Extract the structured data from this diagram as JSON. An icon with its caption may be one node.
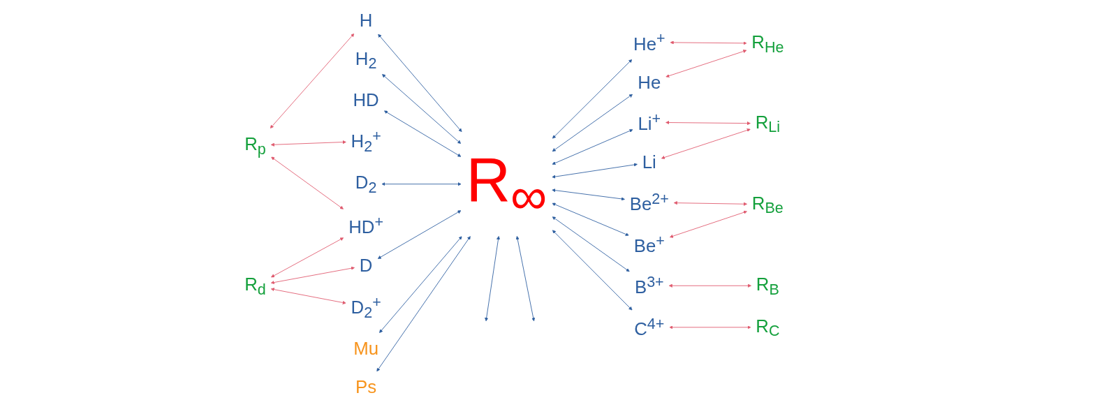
{
  "diagram": {
    "nodes": [
      {
        "text": [
          "Mu"
        ]
      },
      {
        "text": [
          "Ps"
        ]
      },
      {
        "text": [
          "He$^{+}$"
        ]
      },
      {
        "text": [
          "R$_{He}$"
        ]
      },
      {
        "text": [
          "R$_{p}$"
        ]
      },
      {
        "text": [
          "H"
        ]
      },
      {
        "text": [
          "He"
        ]
      },
      {
        "text": [
          "H$_{2}$$^{+}$"
        ]
      },
      {
        "text": [
          "H$_{2}$"
        ]
      },
      {
        "text": [
          "Li$^{+}$"
        ]
      },
      {
        "text": [
          "R$_{Li}$"
        ]
      },
      {
        "text": [
          "HD$^{+}$"
        ]
      },
      {
        "text": [
          "HD"
        ]
      },
      {
        "text": [
          "R$_{∞}$"
        ]
      },
      {
        "text": [
          "Li"
        ]
      },
      {
        "text": [
          "Be$^{2+}$"
        ]
      },
      {
        "text": [
          "R$_{Be}$"
        ]
      },
      {
        "text": [
          "D$_{2}$$^{+}$"
        ]
      },
      {
        "text": [
          "D$_{2}$"
        ]
      },
      {
        "text": [
          "Be$^{+}$"
        ]
      },
      {
        "text": [
          "B$^{3+}$"
        ]
      },
      {
        "text": [
          "R$_{B}$"
        ]
      },
      {
        "text": [
          "R$_{d}$"
        ]
      },
      {
        "text": [
          "D"
        ]
      },
      {
        "text": [
          "C$^{4+}$"
        ]
      },
      {
        "text": [
          "R$_{C}$"
        ]
      }
    ],
    "edges": [
      {
        "from": 5,
        "to": 13,
        "arrow": "both"
      },
      {
        "from": 8,
        "to": 13,
        "arrow": "both"
      },
      {
        "from": 12,
        "to": 13,
        "arrow": "both"
      },
      {
        "from": 18,
        "to": 13,
        "arrow": "both"
      },
      {
        "from": 23,
        "to": 13,
        "arrow": "both"
      },
      {
        "from": 0,
        "to": 13,
        "arrow": "both"
      },
      {
        "from": 1,
        "to": 13,
        "arrow": "both"
      },
      {
        "from": 13,
        "to": 2,
        "arrow": "both"
      },
      {
        "from": 13,
        "to": 6,
        "arrow": "both"
      },
      {
        "from": 13,
        "to": 9,
        "arrow": "both"
      },
      {
        "from": 13,
        "to": 14,
        "arrow": "both"
      },
      {
        "from": 13,
        "to": 15,
        "arrow": "both"
      },
      {
        "from": 13,
        "to": 19,
        "arrow": "both"
      },
      {
        "from": 13,
        "to": 20,
        "arrow": "both"
      },
      {
        "from": 13,
        "to": 24,
        "arrow": "both"
      },
      {
        "from": 13,
        "to": null,
        "arrow": "both"
      },
      {
        "from": 13,
        "to": null,
        "arrow": "both"
      },
      {
        "from": 4,
        "to": 5,
        "arrow": "both",
        "color": "#e05a6e"
      },
      {
        "from": 4,
        "to": 7,
        "arrow": "both",
        "color": "#e05a6e"
      },
      {
        "from": 4,
        "to": 11,
        "arrow": "both",
        "color": "#e05a6e"
      },
      {
        "from": 22,
        "to": 11,
        "arrow": "both",
        "color": "#e05a6e"
      },
      {
        "from": 22,
        "to": 17,
        "arrow": "both",
        "color": "#e05a6e"
      },
      {
        "from": 22,
        "to": 23,
        "arrow": "both",
        "color": "#e05a6e"
      },
      {
        "from": 2,
        "to": 3,
        "arrow": "both",
        "color": "#e05a6e"
      },
      {
        "from": 6,
        "to": 3,
        "arrow": "both",
        "color": "#e05a6e"
      },
      {
        "from": 9,
        "to": 10,
        "arrow": "both",
        "color": "#e05a6e"
      },
      {
        "from": 14,
        "to": 10,
        "arrow": "both",
        "color": "#e05a6e"
      },
      {
        "from": 15,
        "to": 16,
        "arrow": "both",
        "color": "#e05a6e"
      },
      {
        "from": 19,
        "to": 16,
        "arrow": "both",
        "color": "#e05a6e"
      },
      {
        "from": 20,
        "to": 21,
        "arrow": "both",
        "color": "#e05a6e"
      },
      {
        "from": 24,
        "to": 25,
        "arrow": "both",
        "color": "#e05a6e"
      }
    ]
  }
}
